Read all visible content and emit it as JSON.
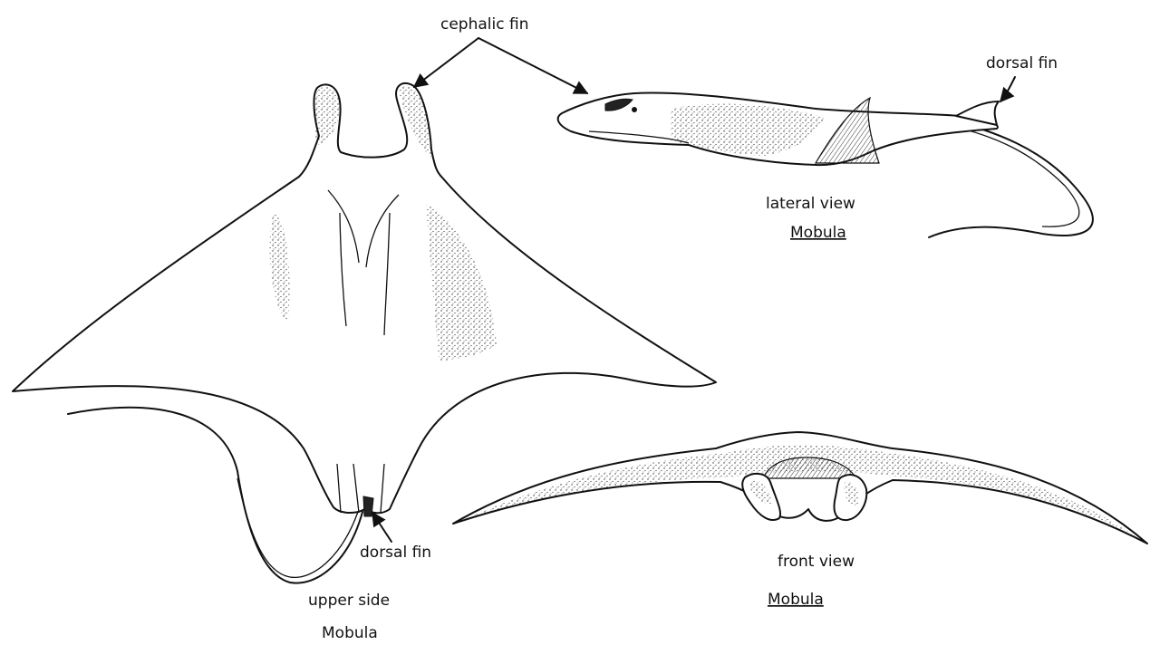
{
  "labels": {
    "cephalic_fin": "cephalic fin",
    "dorsal_fin_lateral": "dorsal fin",
    "dorsal_fin_upper": "dorsal fin",
    "lateral_view": "lateral view",
    "lateral_genus": "Mobula",
    "front_view": "front view",
    "front_genus": "Mobula",
    "upper_side": "upper side",
    "upper_genus": "Mobula"
  }
}
